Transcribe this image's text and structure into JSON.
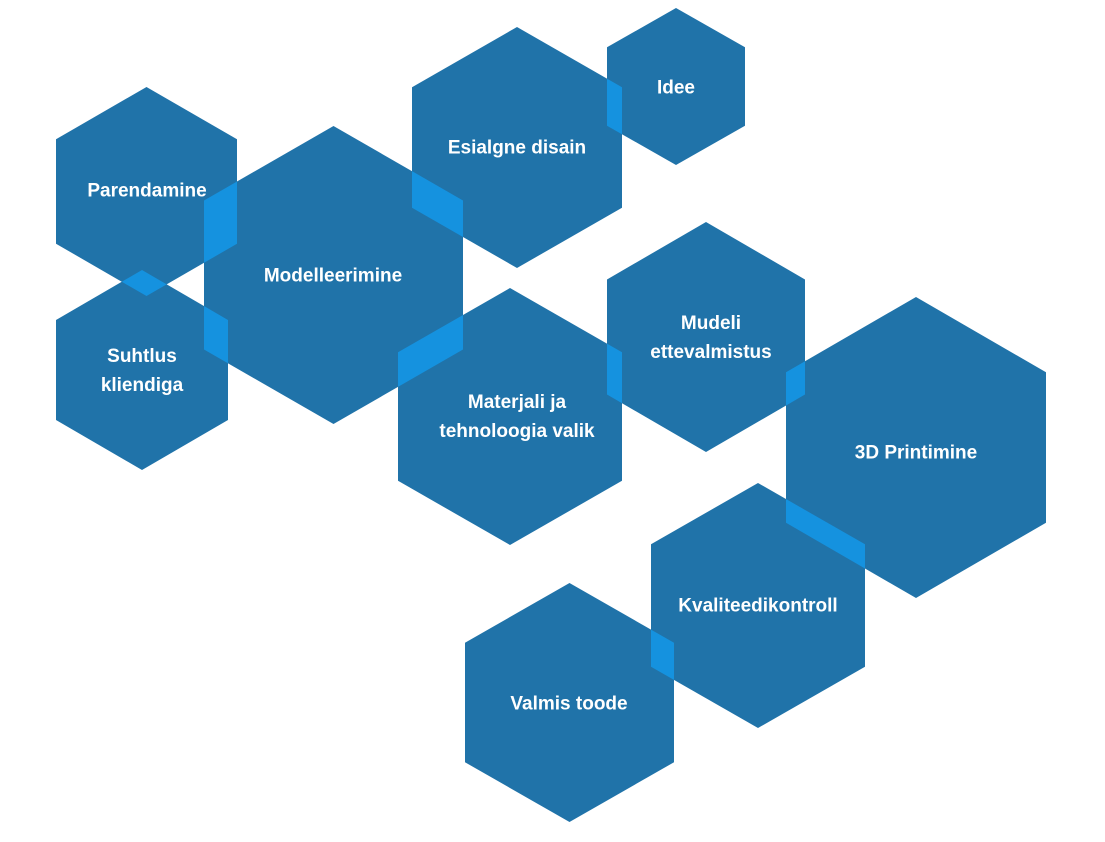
{
  "diagram": {
    "colors": {
      "hexagon": "#2073a9",
      "overlap": "#1592df",
      "text": "#ffffff"
    },
    "nodes": [
      {
        "id": "idee",
        "label": "Idee"
      },
      {
        "id": "esialgne",
        "label": "Esialgne disain"
      },
      {
        "id": "parendamine",
        "label": "Parendamine"
      },
      {
        "id": "modelleerimine",
        "label": "Modelleerimine"
      },
      {
        "id": "suhtlus",
        "label": "Suhtlus kliendiga"
      },
      {
        "id": "materjali",
        "label": "Materjali ja tehnoloogia valik"
      },
      {
        "id": "mudeli",
        "label": "Mudeli ettevalmistus"
      },
      {
        "id": "printimine",
        "label": "3D Printimine"
      },
      {
        "id": "kvaliteet",
        "label": "Kvaliteedikontroll"
      },
      {
        "id": "valmis",
        "label": "Valmis toode"
      }
    ]
  }
}
